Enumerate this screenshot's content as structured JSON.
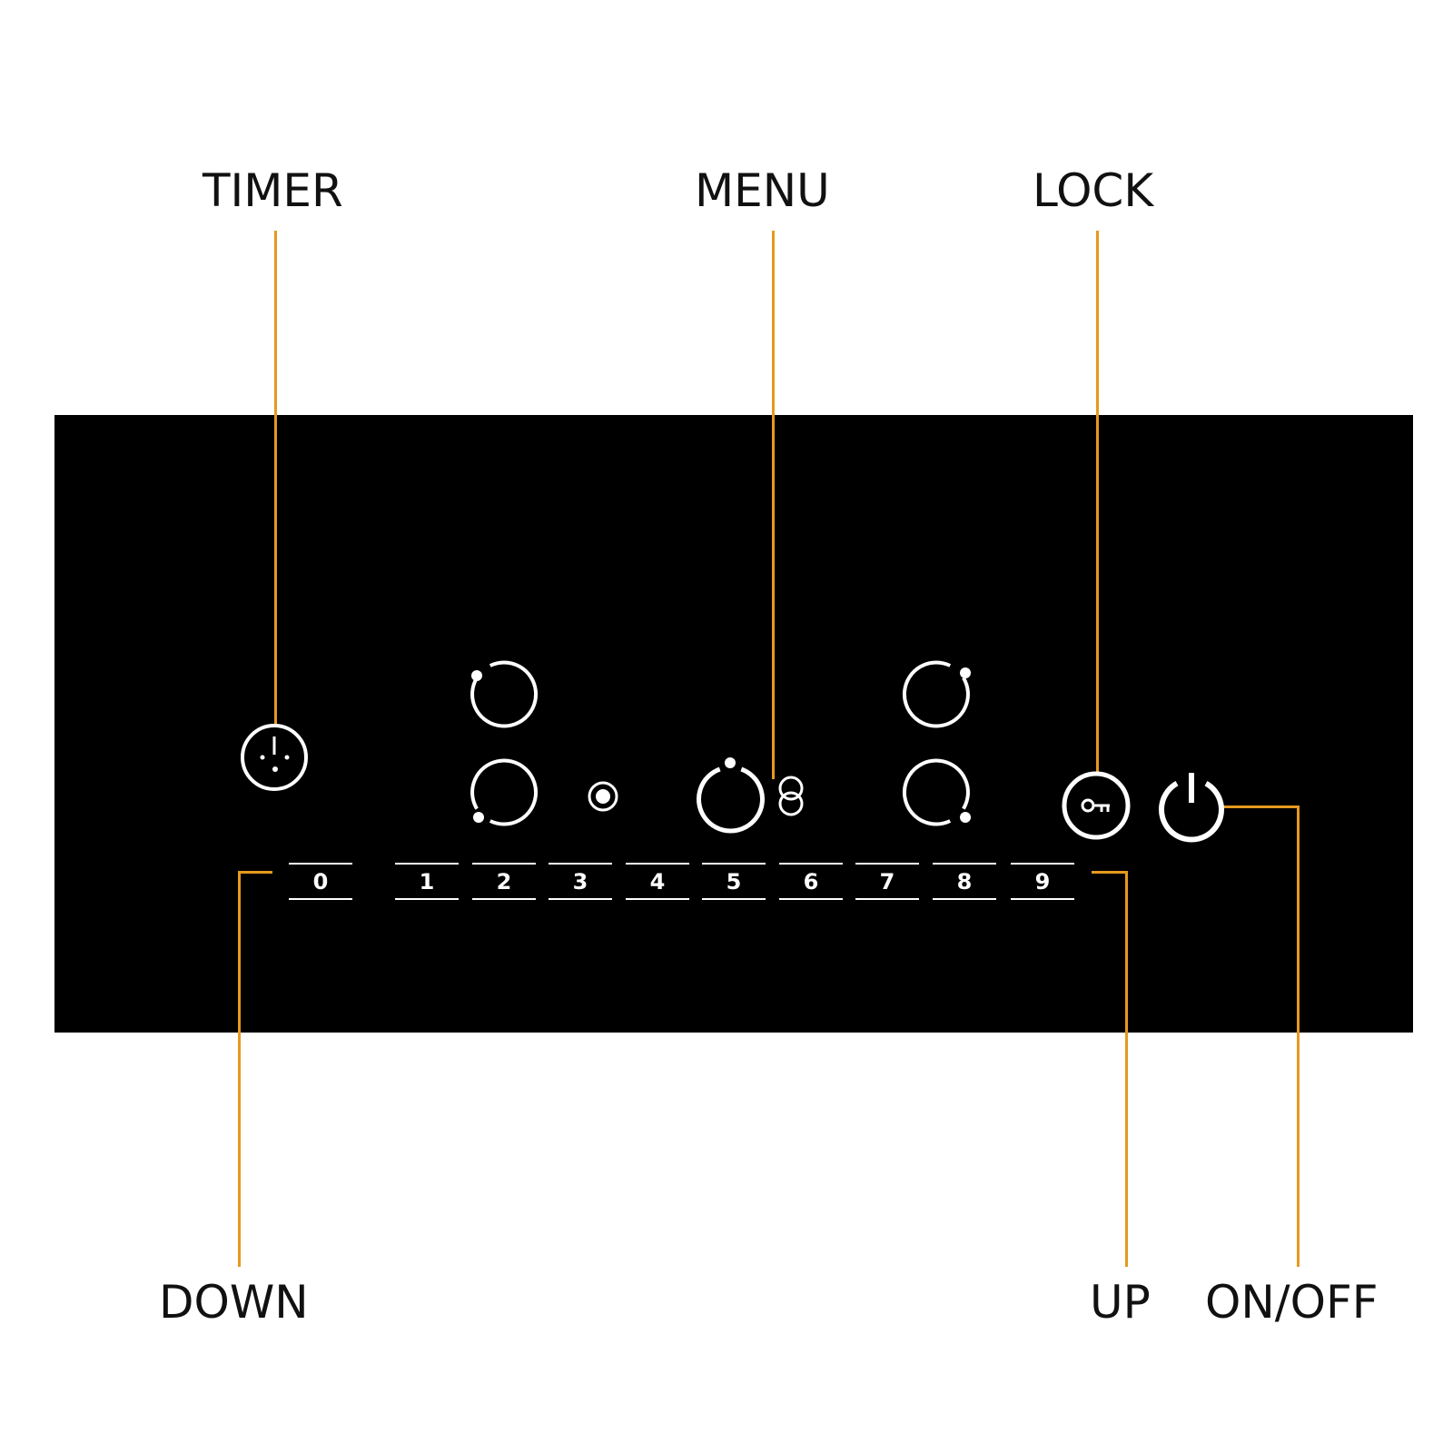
{
  "callouts": {
    "timer": "TIMER",
    "menu": "MENU",
    "lock": "LOCK",
    "down": "DOWN",
    "up": "UP",
    "on_off": "ON/OFF"
  },
  "slider": {
    "digits": [
      "0",
      "1",
      "2",
      "3",
      "4",
      "5",
      "6",
      "7",
      "8",
      "9"
    ]
  },
  "icons": {
    "timer": "timer-icon",
    "zones": [
      "zone-rear-left-icon",
      "zone-front-left-icon",
      "zone-flex-icon",
      "zone-front-right-icon",
      "zone-rear-right-icon"
    ],
    "menu": "menu-icon",
    "lock": "key-lock-icon",
    "power": "power-icon",
    "bridge": "bridge-zone-icon"
  },
  "colors": {
    "panel": "#000000",
    "leader": "#E59A1E",
    "control": "#ffffff",
    "text": "#111111"
  }
}
